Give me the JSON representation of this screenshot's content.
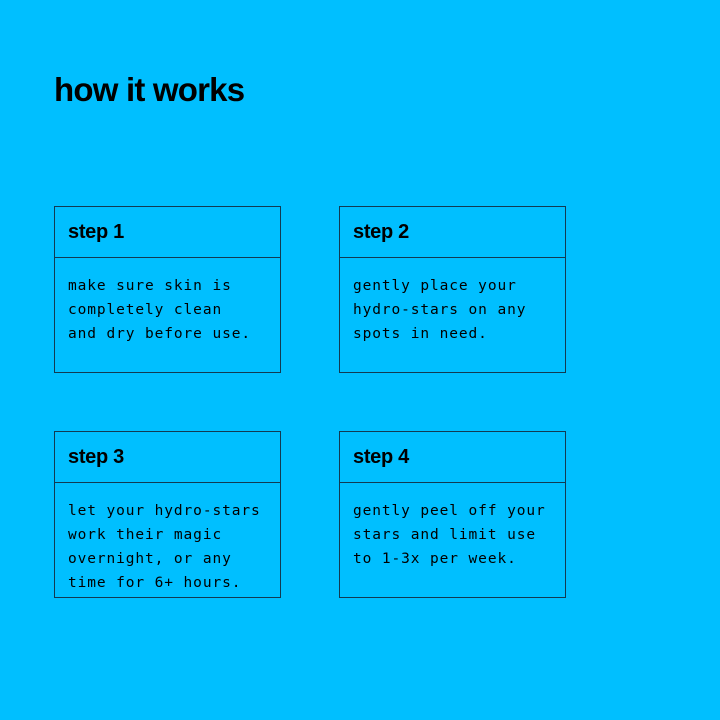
{
  "theme": {
    "background_color": "#00bfff",
    "border_color": "#123a52",
    "text_color": "#000000"
  },
  "header": {
    "title": "how it works"
  },
  "steps": [
    {
      "label": "step 1",
      "body": "make sure skin is\ncompletely clean\nand dry before use."
    },
    {
      "label": "step 2",
      "body": "gently place your\nhydro-stars on any\nspots in need."
    },
    {
      "label": "step 3",
      "body": "let your hydro-stars\nwork their magic\novernight, or any\ntime for 6+ hours."
    },
    {
      "label": "step 4",
      "body": "gently peel off your\nstars and limit use\nto 1-3x per week."
    }
  ]
}
